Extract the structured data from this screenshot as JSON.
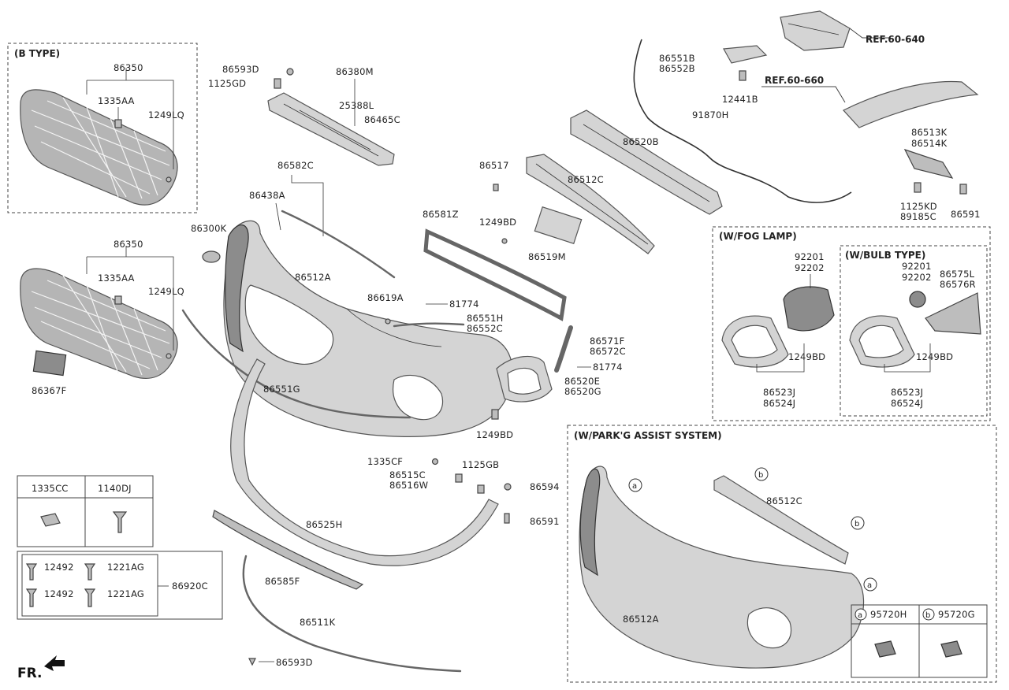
{
  "sections": {
    "b_type": "(B TYPE)",
    "fog_lamp": "(W/FOG LAMP)",
    "bulb_type": "(W/BULB TYPE)",
    "parking_assist": "(W/PARK'G ASSIST SYSTEM)"
  },
  "references": {
    "ref_640": "REF.60-640",
    "ref_660": "REF.60-660"
  },
  "direction_label": "FR.",
  "circle_letters": {
    "a": "a",
    "b": "b"
  },
  "labels": {
    "p86350_top": "86350",
    "p1335AA_top": "1335AA",
    "p1249LQ_top": "1249LQ",
    "p86350_bot": "86350",
    "p1335AA_bot": "1335AA",
    "p1249LQ_bot": "1249LQ",
    "p86367F": "86367F",
    "p86593D_top": "86593D",
    "p1125GD": "1125GD",
    "p86380M": "86380M",
    "p25388L": "25388L",
    "p86465C": "86465C",
    "p86582C": "86582C",
    "p86438A": "86438A",
    "p86300K": "86300K",
    "p86512A": "86512A",
    "p86619A": "86619A",
    "p81774_a": "81774",
    "p86551H": "86551H",
    "p86552C": "86552C",
    "p86551G": "86551G",
    "p86581Z": "86581Z",
    "p1249BD_a": "1249BD",
    "p86519M": "86519M",
    "p86517": "86517",
    "p86512C": "86512C",
    "p86520B": "86520B",
    "p86551B": "86551B",
    "p86552B": "86552B",
    "p12441B": "12441B",
    "p91870H": "91870H",
    "p86513K": "86513K",
    "p86514K": "86514K",
    "p1125KD": "1125KD",
    "p89185C": "89185C",
    "p86591_a": "86591",
    "p86571F": "86571F",
    "p86572C": "86572C",
    "p81774_b": "81774",
    "p86520E": "86520E",
    "p86520G": "86520G",
    "p1249BD_b": "1249BD",
    "p1335CF": "1335CF",
    "p1125GB": "1125GB",
    "p86515C": "86515C",
    "p86516W": "86516W",
    "p86594": "86594",
    "p86591_b": "86591",
    "p86525H": "86525H",
    "p86585F": "86585F",
    "p86511K": "86511K",
    "p86593D_bot": "86593D",
    "fog_92201": "92201",
    "fog_92202": "92202",
    "fog_1249BD": "1249BD",
    "fog_86523J": "86523J",
    "fog_86524J": "86524J",
    "bulb_92201": "92201",
    "bulb_92202": "92202",
    "bulb_86575L": "86575L",
    "bulb_86576R": "86576R",
    "bulb_1249BD": "1249BD",
    "bulb_86523J": "86523J",
    "bulb_86524J": "86524J",
    "pa_86512C": "86512C",
    "pa_86512A": "86512A",
    "pa_95720H": "95720H",
    "pa_95720G": "95720G"
  },
  "legend_table": {
    "col1": "1335CC",
    "col2": "1140DJ",
    "r1a": "12492",
    "r1b": "1221AG",
    "r2a": "12492",
    "r2b": "1221AG",
    "group": "86920C"
  }
}
